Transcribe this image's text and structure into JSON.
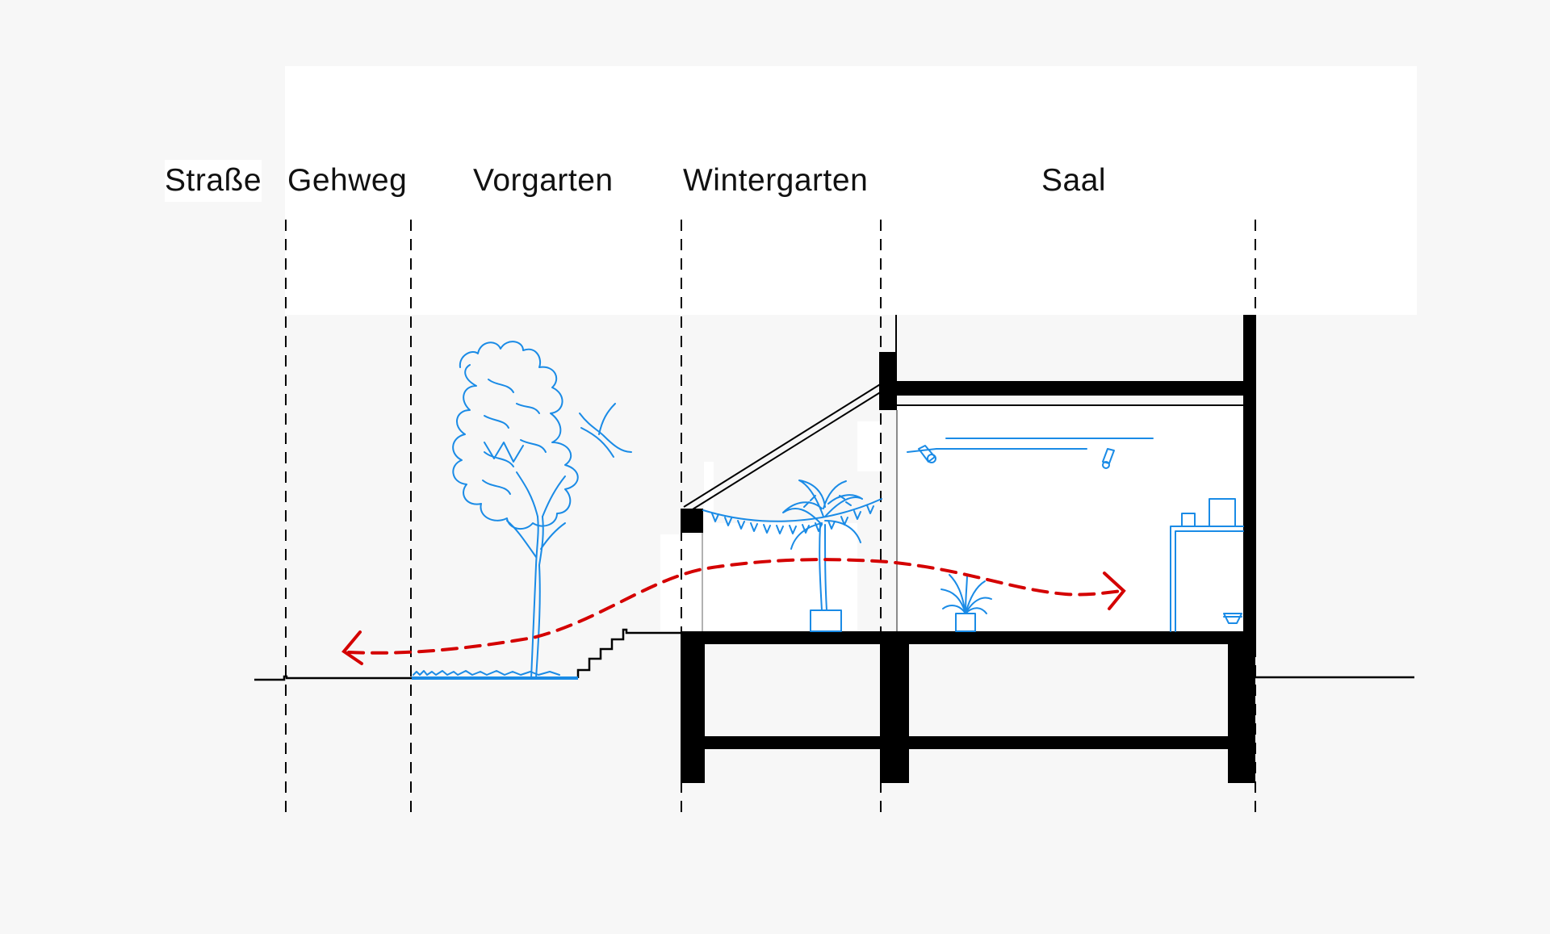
{
  "zones": [
    {
      "id": "strasse",
      "label": "Straße"
    },
    {
      "id": "gehweg",
      "label": "Gehweg"
    },
    {
      "id": "vorgarten",
      "label": "Vorgarten"
    },
    {
      "id": "wintergarten",
      "label": "Wintergarten"
    },
    {
      "id": "saal",
      "label": "Saal"
    }
  ],
  "colors": {
    "background": "#f7f7f7",
    "panel": "#ffffff",
    "structure": "#000000",
    "vegetation": "#1a8be6",
    "flow_arrow": "#d40000",
    "label_text": "#111111"
  },
  "icons": [
    "tree-icon",
    "palm-plant-icon",
    "potted-plant-icon",
    "spotlight-icon",
    "bunting-garland-icon",
    "counter-icon",
    "bidirectional-flow-arrow-icon"
  ]
}
